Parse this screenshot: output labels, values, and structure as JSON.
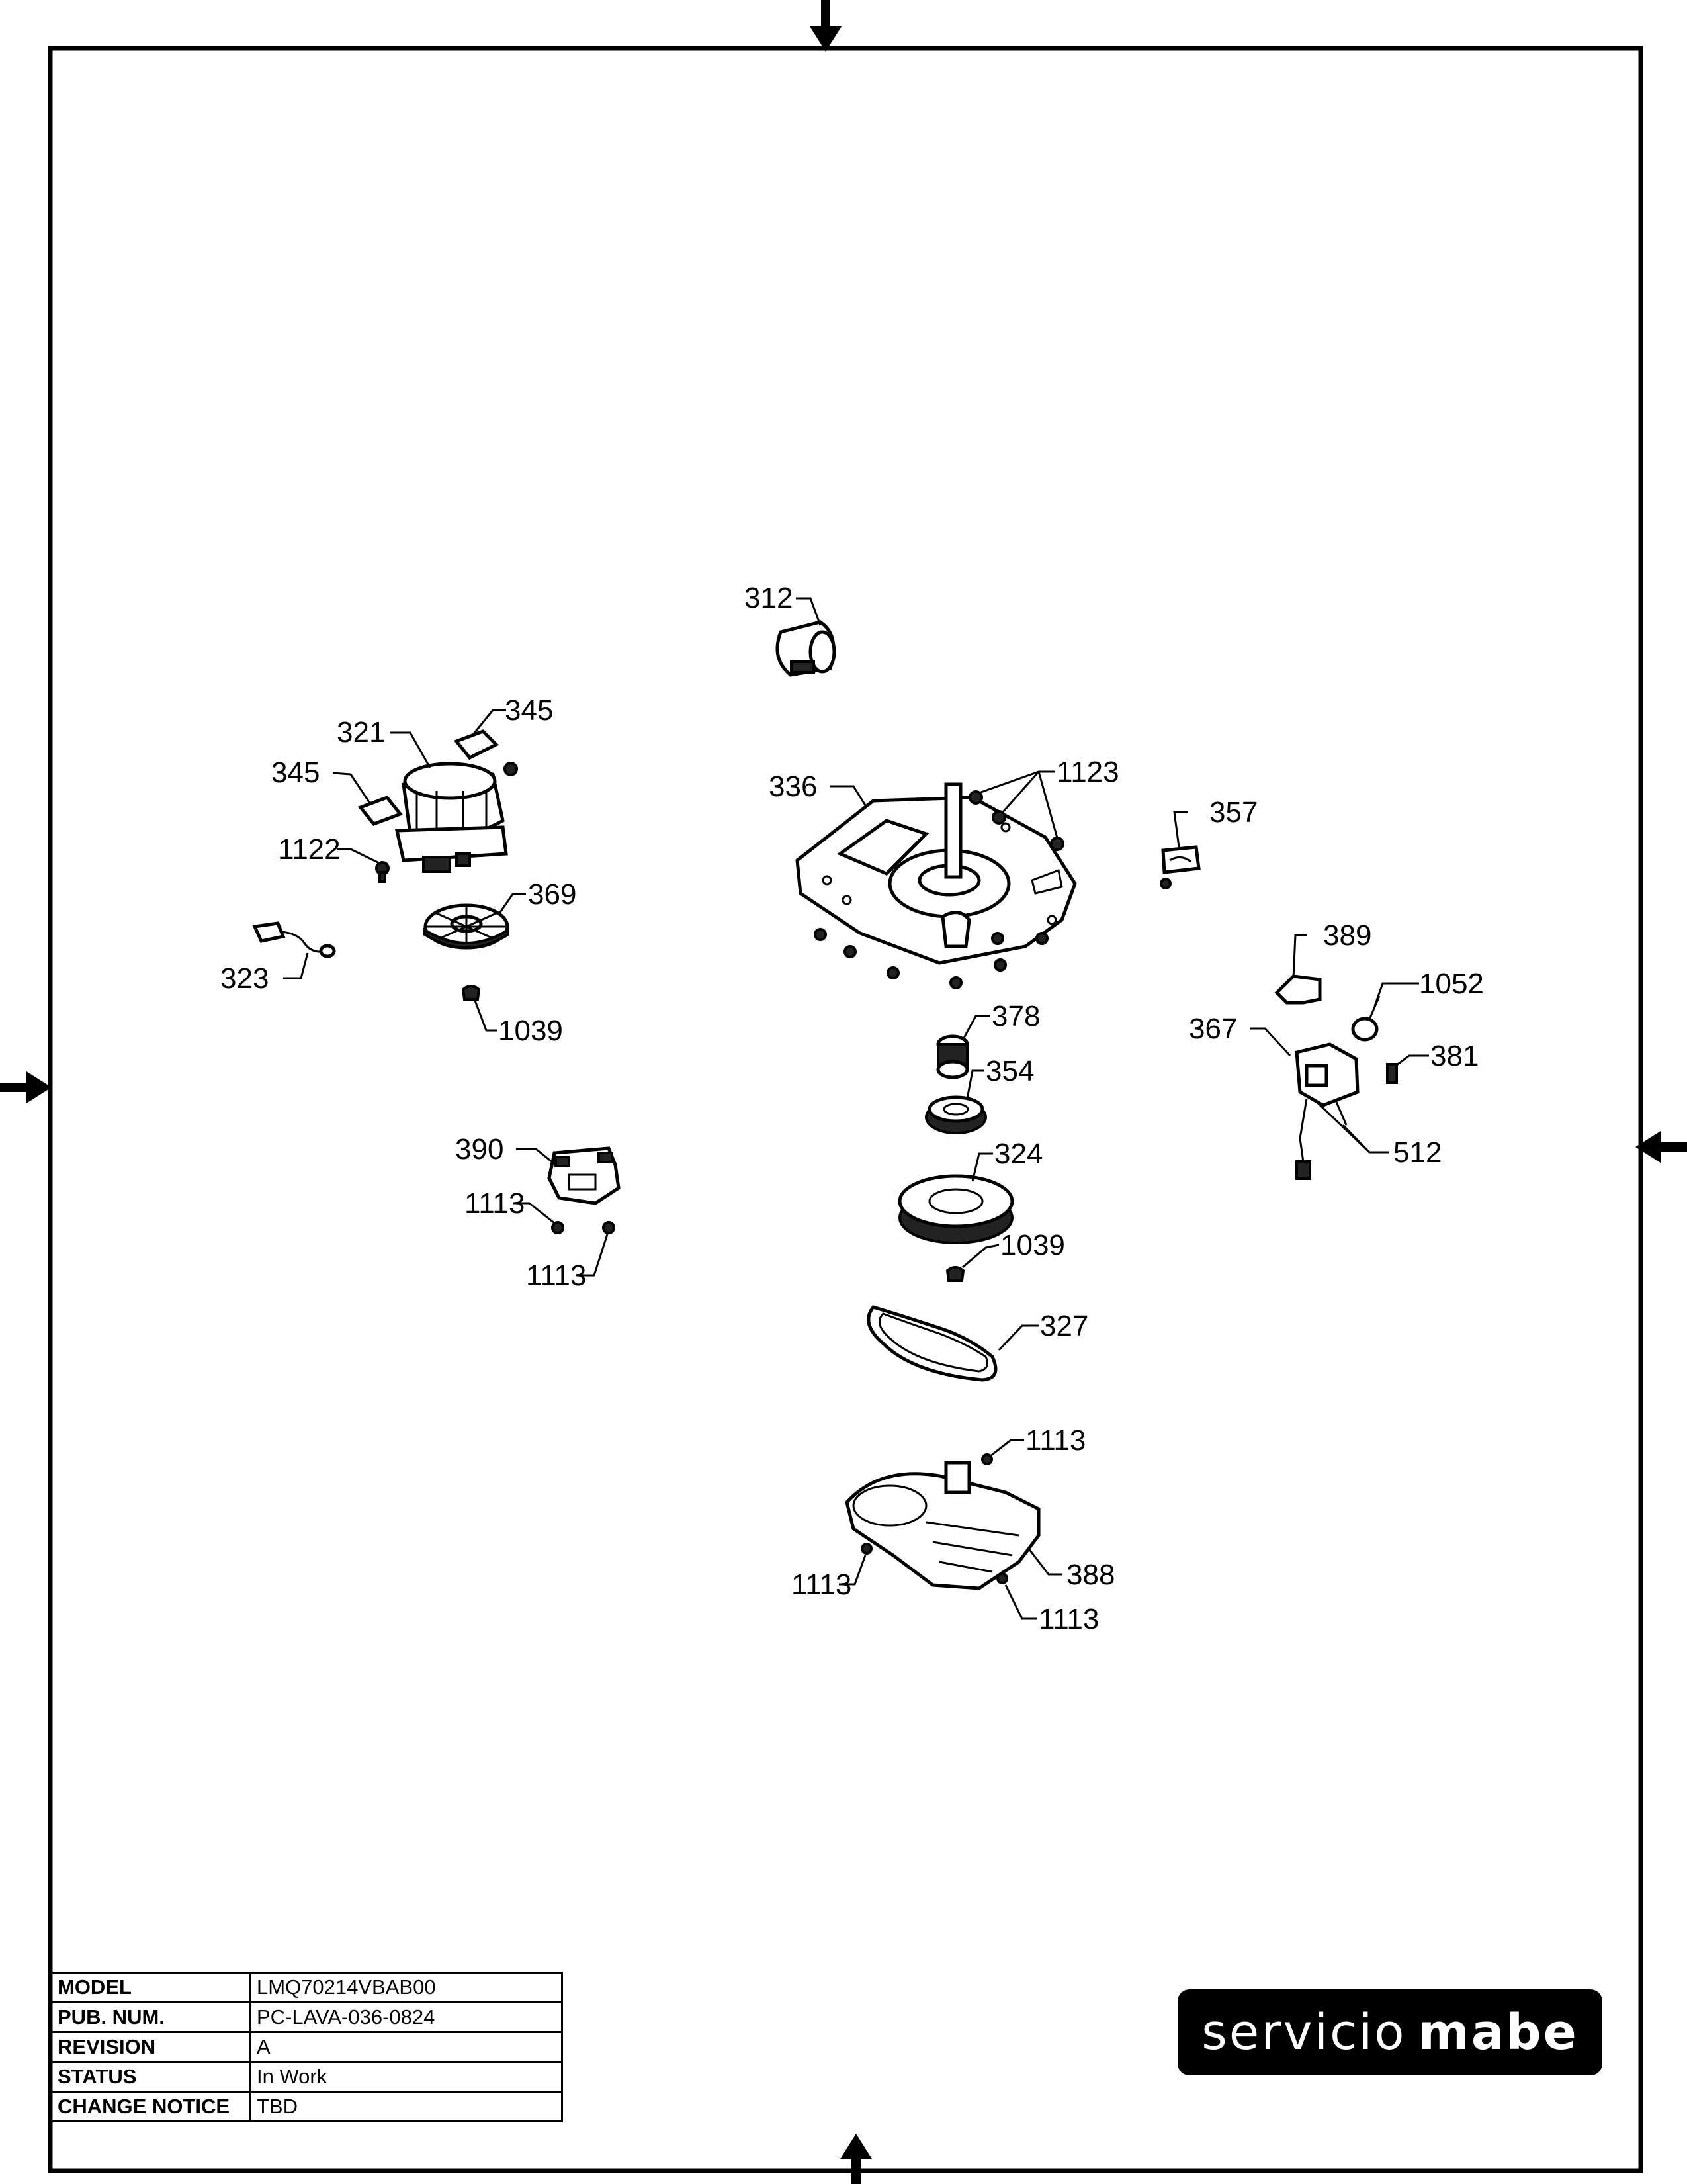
{
  "callouts": {
    "c312": "312",
    "c345a": "345",
    "c321": "321",
    "c345b": "345",
    "c1122": "1122",
    "c369": "369",
    "c323": "323",
    "c1039a": "1039",
    "c336": "336",
    "c1123": "1123",
    "c357": "357",
    "c389": "389",
    "c1052": "1052",
    "c367": "367",
    "c381": "381",
    "c512": "512",
    "c378": "378",
    "c354": "354",
    "c324": "324",
    "c1039b": "1039",
    "c327": "327",
    "c390": "390",
    "c1113a": "1113",
    "c1113b": "1113",
    "c1113c": "1113",
    "c1113d": "1113",
    "c1113e": "1113",
    "c388": "388"
  },
  "info_table": {
    "rows": [
      {
        "key": "MODEL",
        "value": "LMQ70214VBAB00"
      },
      {
        "key": "PUB. NUM.",
        "value": "PC-LAVA-036-0824"
      },
      {
        "key": "REVISION",
        "value": "A"
      },
      {
        "key": "STATUS",
        "value": "In Work"
      },
      {
        "key": "CHANGE NOTICE",
        "value": "TBD"
      }
    ]
  },
  "brand": {
    "word1": "servicio",
    "word2": "mabe",
    "bg_color": "#000000",
    "text_color": "#ffffff"
  },
  "icons": {
    "registration_marks": "arrow-icon"
  }
}
